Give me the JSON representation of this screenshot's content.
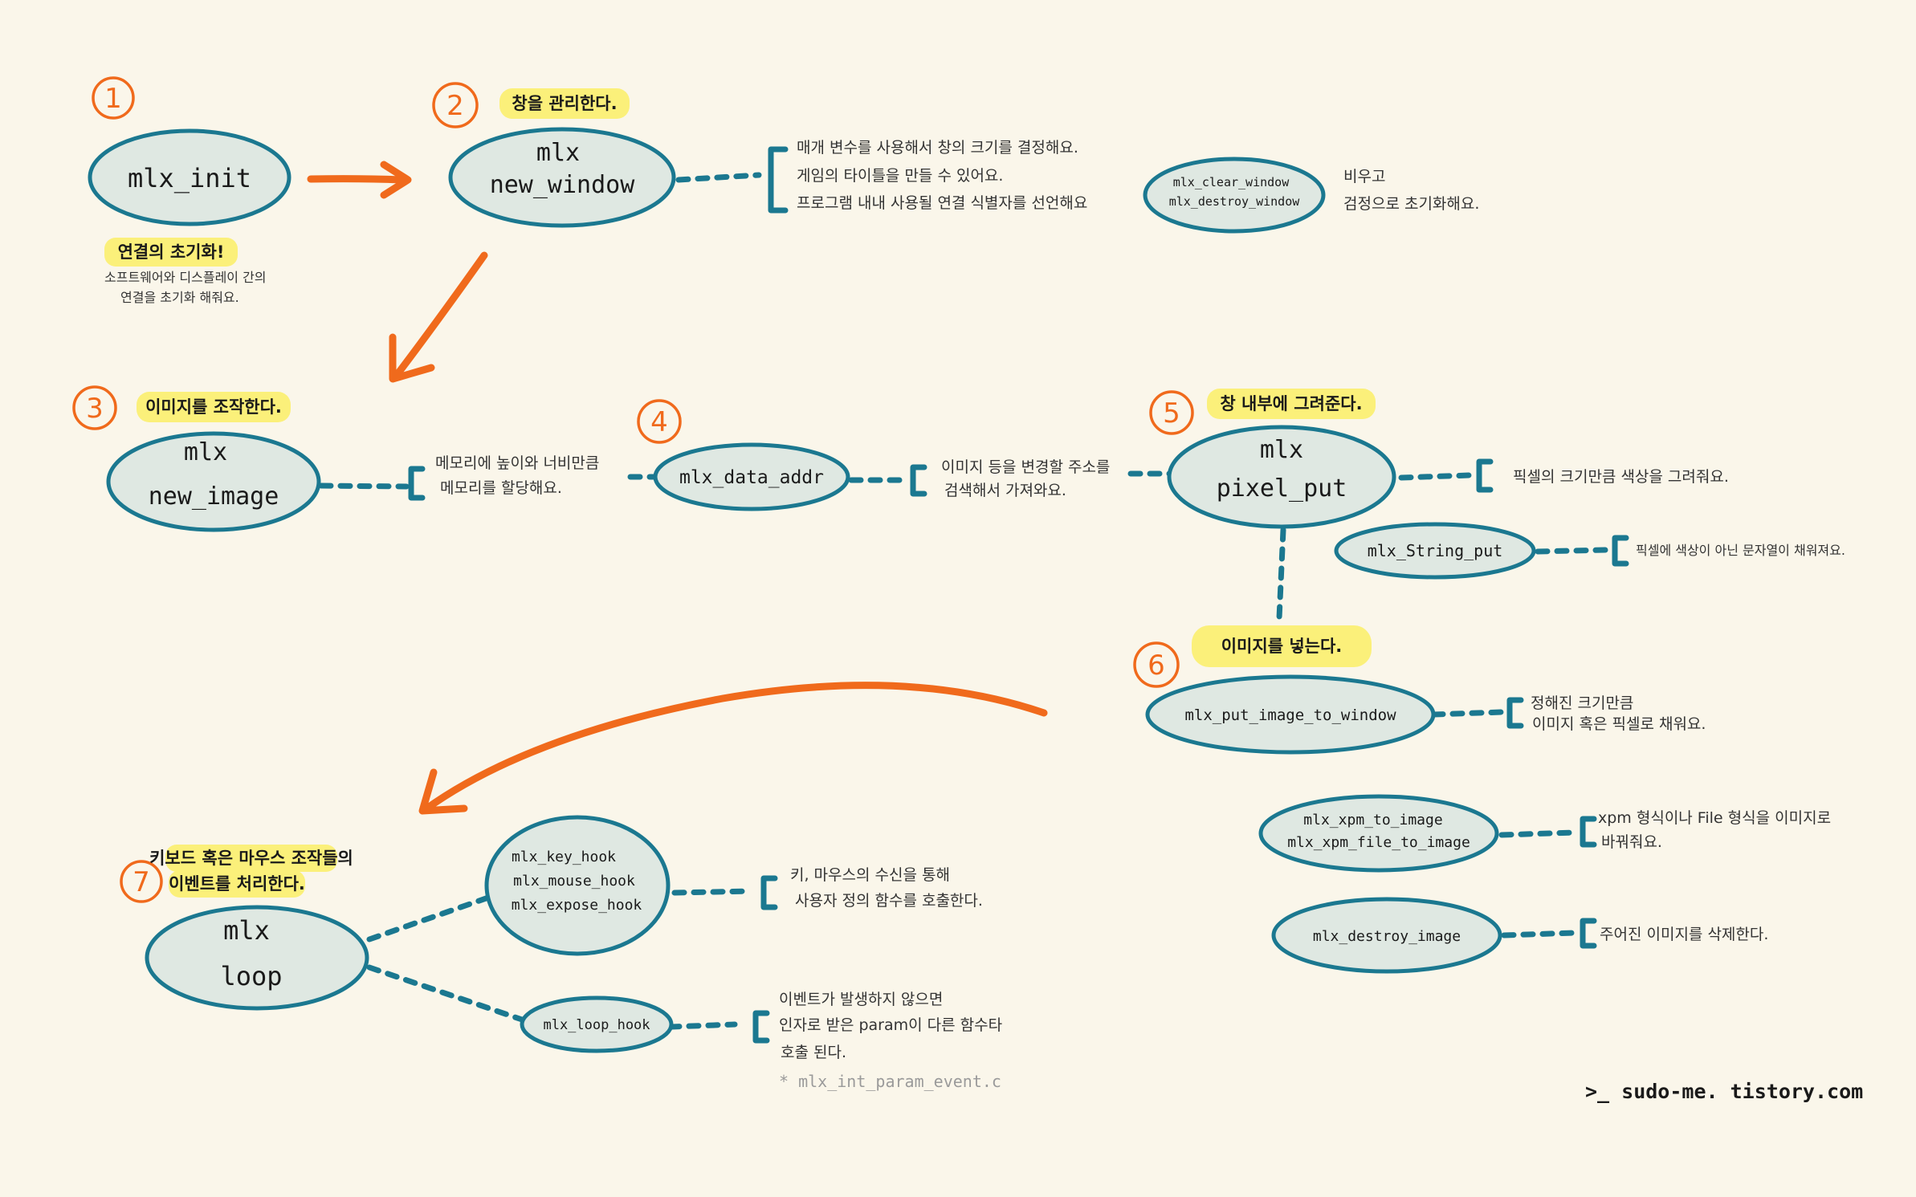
{
  "steps": [
    {
      "num": "1",
      "title": "연결의 초기화!",
      "note": [
        "소프트웨어와 디스플레이 간의",
        "연결을 초기화 해줘요."
      ]
    },
    {
      "num": "2",
      "title": "창을 관리한다."
    },
    {
      "num": "3",
      "title": "이미지를 조작한다."
    },
    {
      "num": "4"
    },
    {
      "num": "5",
      "title": "창 내부에 그려준다."
    },
    {
      "num": "6",
      "title": "이미지를 넣는다."
    },
    {
      "num": "7",
      "title": [
        "키보드 혹은 마우스 조작들의",
        "이벤트를 처리한다."
      ]
    }
  ],
  "nodes": {
    "mlx_init": [
      "mlx_init"
    ],
    "mlx_new_window": [
      "mlx",
      "new_window"
    ],
    "clear_destroy_window": [
      "mlx_clear_window",
      "mlx_destroy_window"
    ],
    "mlx_new_image": [
      "mlx",
      "new_image"
    ],
    "mlx_data_addr": [
      "mlx_data_addr"
    ],
    "mlx_pixel_put": [
      "mlx",
      "pixel_put"
    ],
    "mlx_string_put": [
      "mlx_String_put"
    ],
    "mlx_put_image_to_window": [
      "mlx_put_image_to_window"
    ],
    "xpm": [
      "mlx_xpm_to_image",
      "mlx_xpm_file_to_image"
    ],
    "mlx_destroy_image": [
      "mlx_destroy_image"
    ],
    "mlx_loop": [
      "mlx",
      "loop"
    ],
    "hooks": [
      "mlx_key_hook",
      "mlx_mouse_hook",
      "mlx_expose_hook"
    ],
    "mlx_loop_hook": [
      "mlx_loop_hook"
    ]
  },
  "notes": {
    "new_window": [
      "매개 변수를 사용해서 창의 크기를 결정해요.",
      "게임의 타이틀을 만들 수 있어요.",
      "프로그램 내내 사용될 연결 식별자를 선언해요"
    ],
    "clear_destroy": [
      "비우고",
      "검정으로 초기화해요."
    ],
    "new_image": [
      "메모리에 높이와 너비만큼",
      "메모리를 할당해요."
    ],
    "data_addr": [
      "이미지 등을 변경할 주소를",
      "검색해서 가져와요."
    ],
    "pixel_put": [
      "픽셀의 크기만큼 색상을 그려줘요."
    ],
    "string_put": [
      "픽셀에 색상이 아닌 문자열이 채워져요."
    ],
    "put_image": [
      "정해진 크기만큼",
      "이미지 혹은 픽셀로 채워요."
    ],
    "xpm": [
      "xpm 형식이나 File 형식을 이미지로",
      "바꿔줘요."
    ],
    "destroy_image": [
      "주어진 이미지를 삭제한다."
    ],
    "hooks": [
      "키, 마우스의 수신을 통해",
      "사용자 정의 함수를 호출한다."
    ],
    "loop_hook": [
      "이벤트가 발생하지 않으면",
      "인자로 받은 param이 다른 함수타",
      "호출 된다."
    ],
    "loop_hook_ref": "* mlx_int_param_event.c"
  },
  "signature": ">_ sudo-me. tistory.com",
  "colors": {
    "background": "#faf6ea",
    "node_fill": "#dfe8e2",
    "node_stroke": "#1b7890",
    "arrow": "#f06a1c",
    "highlight": "#fbf07a"
  }
}
